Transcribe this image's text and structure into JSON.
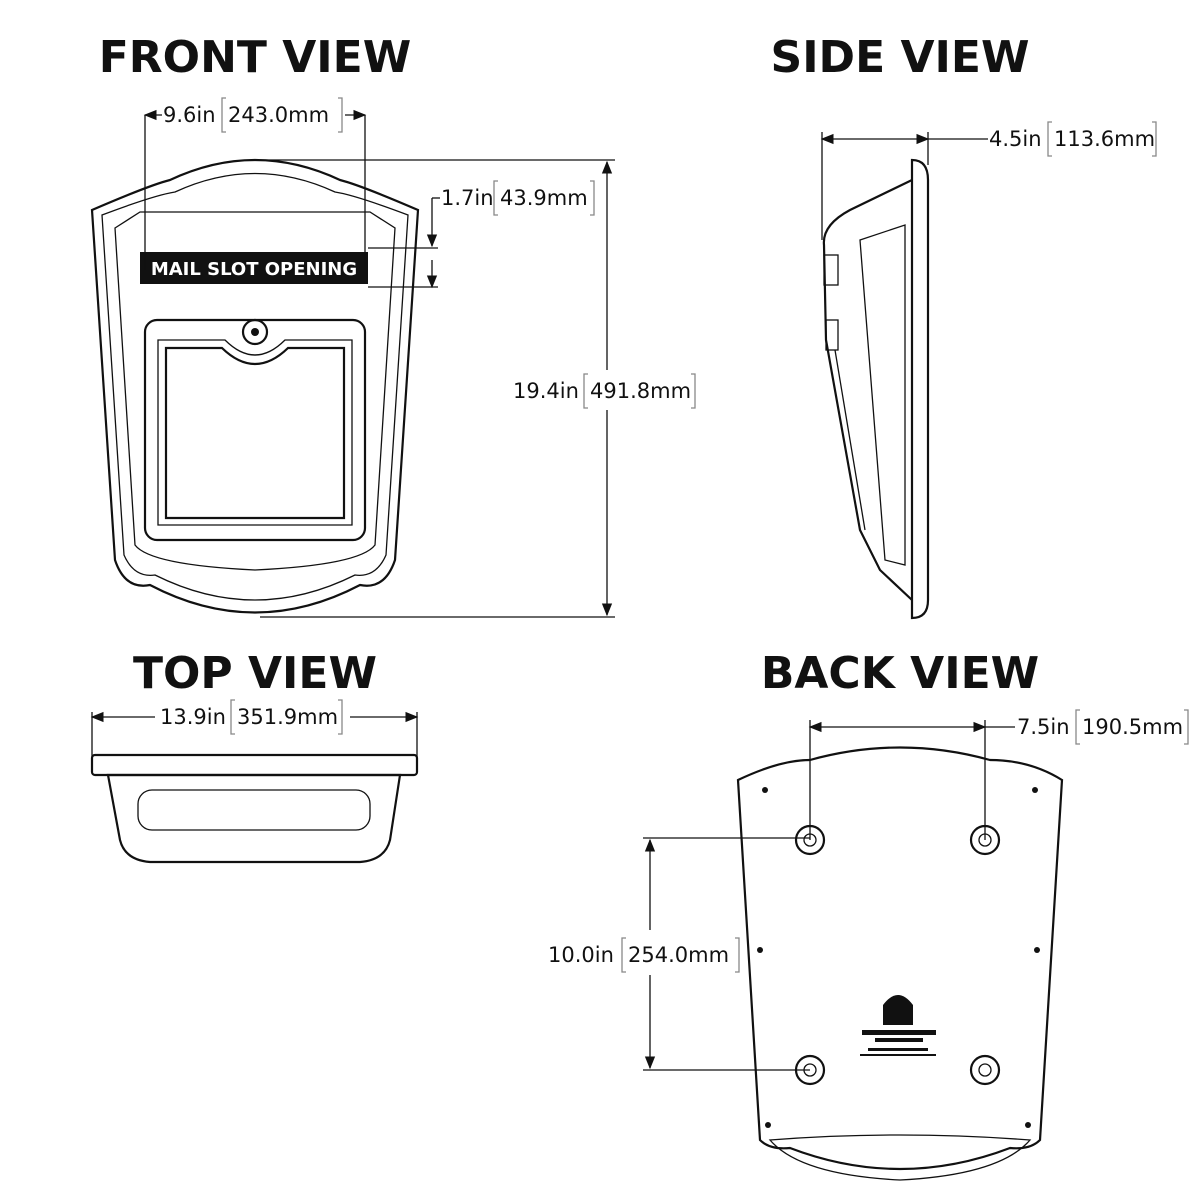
{
  "views": {
    "front": {
      "title": "FRONT VIEW",
      "width_in": "9.6in",
      "width_mm": "243.0mm",
      "slot_in": "1.7in",
      "slot_mm": "43.9mm",
      "height_in": "19.4in",
      "height_mm": "491.8mm",
      "slot_label": "MAIL SLOT OPENING"
    },
    "side": {
      "title": "SIDE VIEW",
      "depth_in": "4.5in",
      "depth_mm": "113.6mm"
    },
    "top": {
      "title": "TOP VIEW",
      "width_in": "13.9in",
      "width_mm": "351.9mm"
    },
    "back": {
      "title": "BACK VIEW",
      "hole_h_in": "7.5in",
      "hole_h_mm": "190.5mm",
      "hole_v_in": "10.0in",
      "hole_v_mm": "254.0mm"
    }
  }
}
